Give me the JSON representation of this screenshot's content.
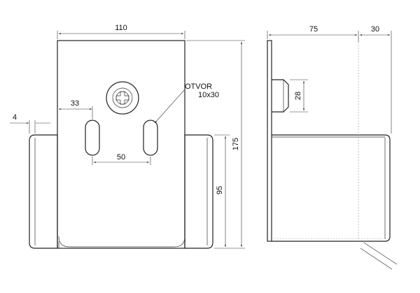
{
  "dimensions": {
    "width_top": "110",
    "tab_width": "4",
    "hole_offset": "33",
    "hole_spacing": "50",
    "total_height": "175",
    "flange_height": "95",
    "side_depth": "75",
    "side_extra": "30",
    "boss_height": "28"
  },
  "annotation": {
    "title": "OTVOR",
    "size": "10x30"
  }
}
